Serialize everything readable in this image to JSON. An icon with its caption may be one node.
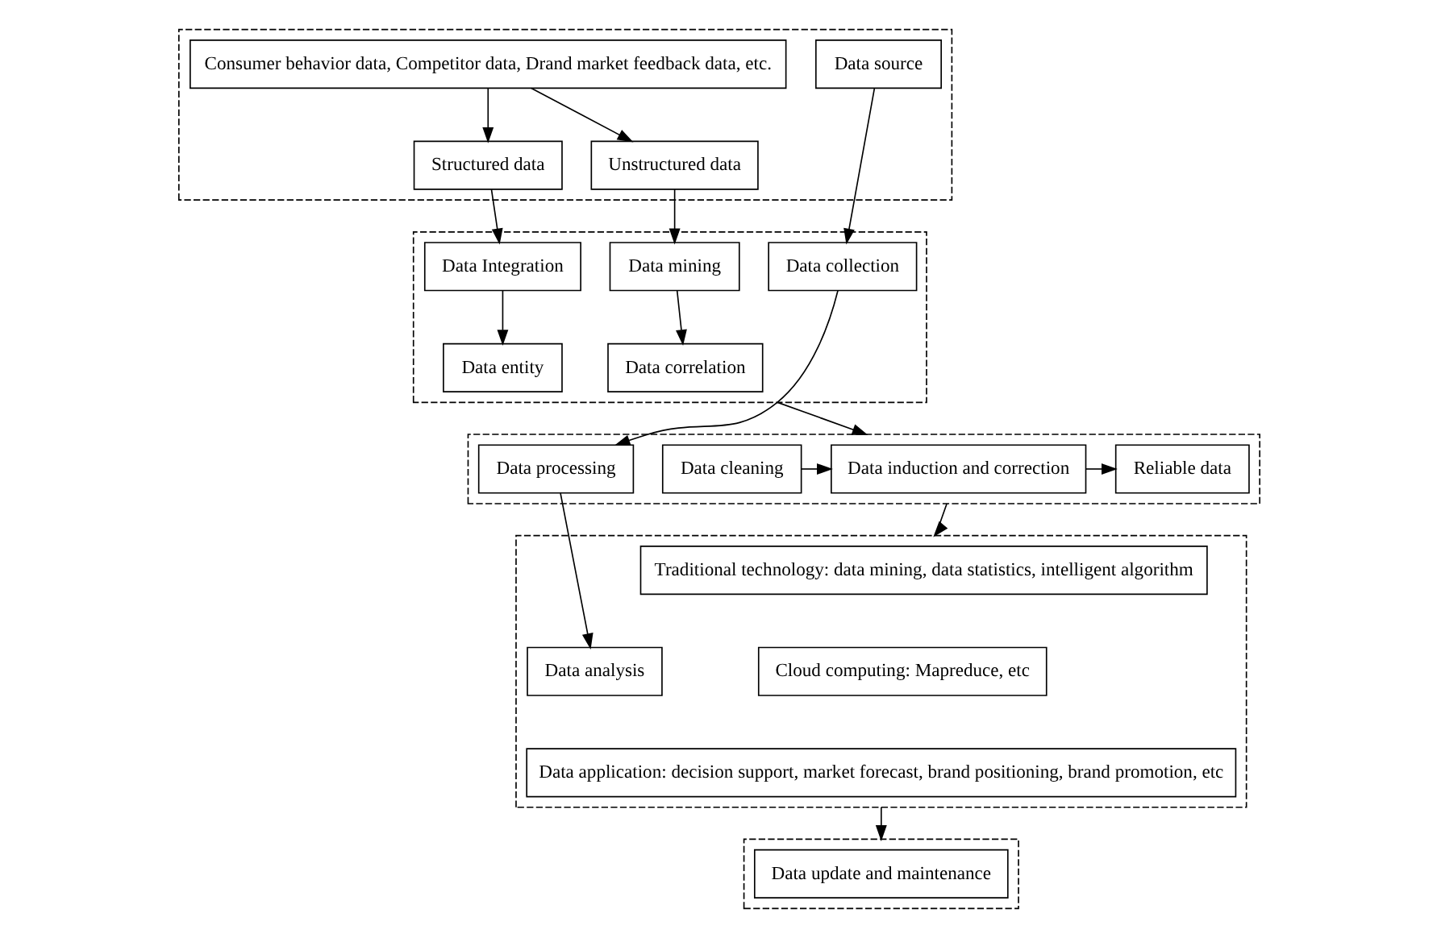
{
  "diagram": {
    "nodes": [
      {
        "text": [],
        "shape": "box"
      },
      {
        "text": [
          "Data source"
        ],
        "in": 0
      },
      {
        "text": [
          "Consumer behavior data, Competitor data, Drand market feedback data, etc."
        ],
        "in": 0
      },
      {
        "text": [
          "Structured data"
        ],
        "in": 0
      },
      {
        "text": [
          "Unstructured data"
        ],
        "in": 0
      },
      {
        "text": [],
        "shape": "box"
      },
      {
        "text": [
          "Data collection"
        ],
        "in": 5
      },
      {
        "text": [
          "Data Integration"
        ],
        "in": 5
      },
      {
        "text": [
          "Data entity"
        ],
        "in": 5
      },
      {
        "text": [
          "Data mining"
        ],
        "in": 5
      },
      {
        "text": [
          "Data correlation"
        ],
        "in": 5
      },
      {
        "text": [],
        "shape": "box"
      },
      {
        "text": [
          "Data processing"
        ],
        "in": 11
      },
      {
        "text": [
          "Data cleaning"
        ],
        "in": 11
      },
      {
        "text": [
          "Data induction and correction"
        ],
        "in": 11
      },
      {
        "text": [
          "Reliable data"
        ],
        "in": 11
      },
      {
        "text": [],
        "shape": "box"
      },
      {
        "text": [
          "Data analysis"
        ],
        "in": 16
      },
      {
        "text": [
          "Traditional technology: data mining, data statistics, intelligent algorithm"
        ],
        "in": 16
      },
      {
        "text": [
          "Cloud computing: Mapreduce, etc"
        ],
        "in": 16
      },
      {
        "text": [
          "Data application: decision support, market forecast, brand positioning, brand promotion, etc"
        ],
        "in": 16
      },
      {
        "text": [],
        "shape": "box"
      },
      {
        "text": [
          "Data update and maintenance"
        ],
        "in": 21
      }
    ],
    "edges": [
      {
        "from": 2,
        "to": 3,
        "arrow": "to"
      },
      {
        "from": 2,
        "to": 4,
        "arrow": "to"
      },
      {
        "from": 1,
        "to": 6,
        "arrow": "to"
      },
      {
        "from": 3,
        "to": 7,
        "arrow": "to"
      },
      {
        "from": 4,
        "to": 9,
        "arrow": "to"
      },
      {
        "from": 7,
        "to": 8,
        "arrow": "to"
      },
      {
        "from": 9,
        "to": 10,
        "arrow": "to"
      },
      {
        "from": 6,
        "to": 12,
        "arrow": "to"
      },
      {
        "from": 13,
        "to": 14,
        "arrow": "to"
      },
      {
        "from": 14,
        "to": 15,
        "arrow": "to"
      },
      {
        "from": 12,
        "to": 17,
        "arrow": "to"
      },
      {
        "from": 5,
        "to": 11,
        "arrow": "to"
      },
      {
        "from": 11,
        "to": 16,
        "arrow": "to"
      },
      {
        "from": 16,
        "to": 21,
        "arrow": "to"
      }
    ]
  }
}
